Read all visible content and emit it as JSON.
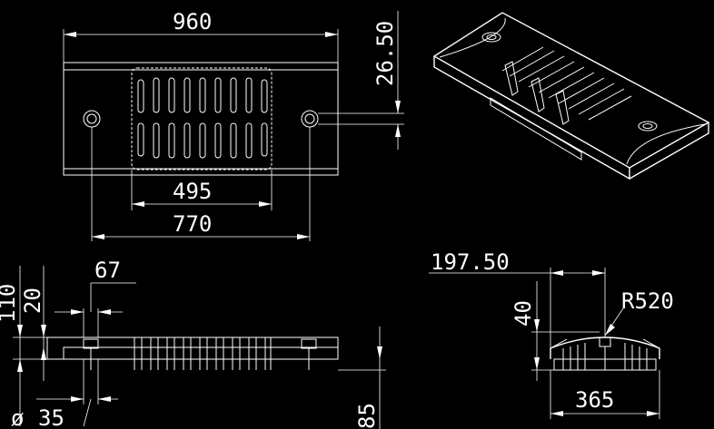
{
  "labels": {
    "overall_length": "960",
    "thickness": "26.50",
    "grate_length": "495",
    "hole_spacing": "770",
    "side_width": "67",
    "side_height_total": "110",
    "side_height_part": "20",
    "hole_diameter": "35",
    "side_base": "85",
    "section_half_width": "197.50",
    "section_height": "40",
    "section_radius": "R520",
    "section_base": "365",
    "diameter_symbol": "ø"
  },
  "colors": {
    "background": "#000000",
    "lines": "#ffffff"
  }
}
